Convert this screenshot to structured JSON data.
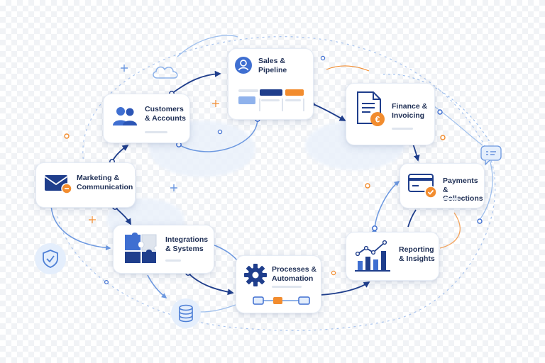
{
  "nodes": {
    "sales": {
      "label": "Sales &\nPipeline"
    },
    "customers": {
      "label": "Customers\n& Accounts"
    },
    "finance": {
      "label": "Finance &\nInvoicing"
    },
    "marketing": {
      "label": "Marketing &\nCommunication"
    },
    "payments": {
      "label": "Payments &\nCollections"
    },
    "integrations": {
      "label": "Integrations\n& Systems"
    },
    "processes": {
      "label": "Processes &\nAutomation"
    },
    "reporting": {
      "label": "Reporting\n& Insights"
    }
  },
  "colors": {
    "navy": "#1f3e8c",
    "blue": "#3f6fd1",
    "light_blue": "#9fc0ee",
    "orange": "#f28c2e",
    "text": "#1f2f55"
  },
  "icons": {
    "sales": "user-avatar-icon",
    "customers": "users-icon",
    "finance": "invoice-euro-icon",
    "marketing": "envelope-icon",
    "payments": "credit-card-check-icon",
    "integrations": "puzzle-icon",
    "processes": "gear-icon",
    "reporting": "bar-chart-trend-icon"
  }
}
